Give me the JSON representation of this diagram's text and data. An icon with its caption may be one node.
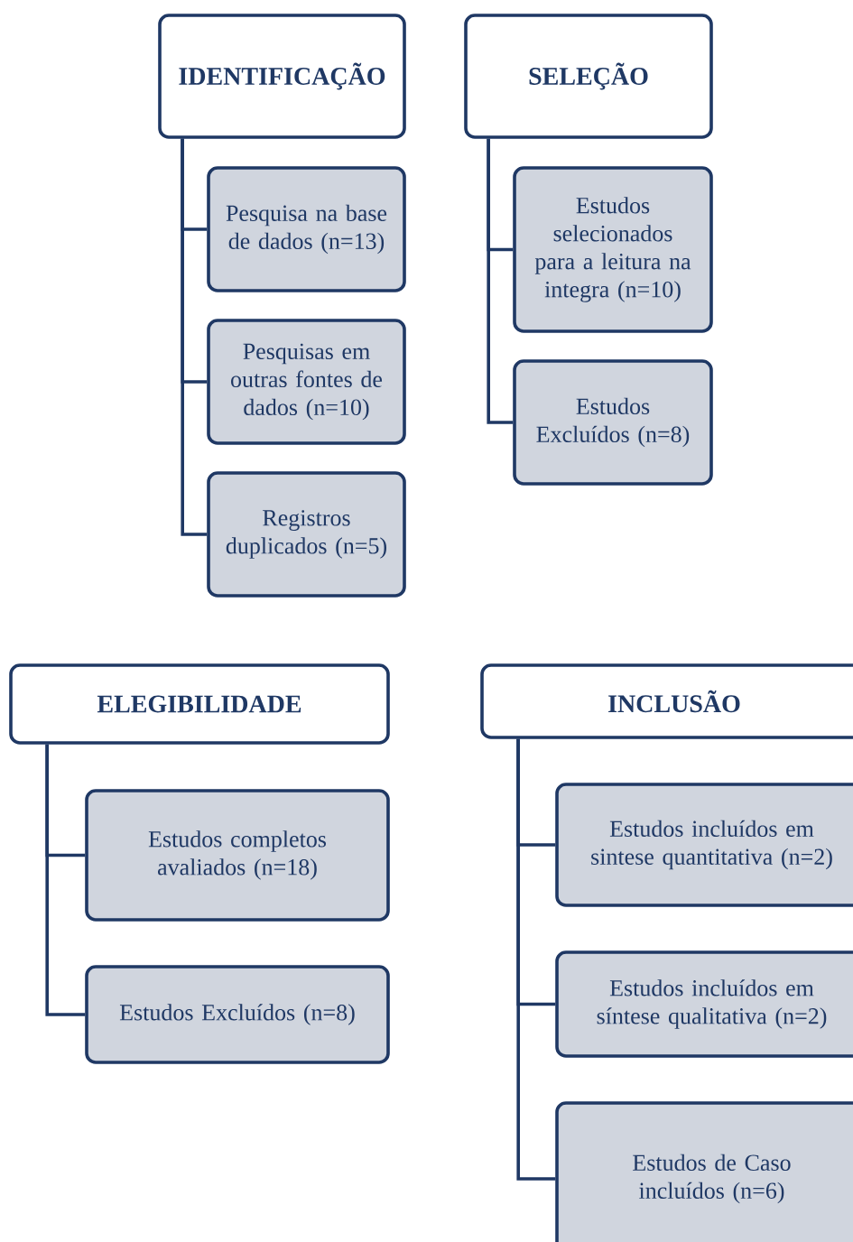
{
  "diagram": {
    "nodes": [
      {
        "text": [
          "IDENTIFICAÇÃO"
        ]
      },
      {
        "text": [
          "Pesquisa na base de dados (n=13)"
        ]
      },
      {
        "text": [
          "Pesquisas em outras fontes de dados (n=10)"
        ]
      },
      {
        "text": [
          "Registros duplicados (n=5)"
        ]
      },
      {
        "text": [
          "SELEÇÃO"
        ]
      },
      {
        "text": [
          "Estudos selecionados para a leitura na integra (n=10)"
        ]
      },
      {
        "text": [
          "Estudos Excluídos (n=8)"
        ]
      },
      {
        "text": [
          "ELEGIBILIDADE"
        ]
      },
      {
        "text": [
          "Estudos completos avaliados (n=18)"
        ]
      },
      {
        "text": [
          "Estudos Excluídos (n=8)"
        ]
      },
      {
        "text": [
          "INCLUSÃO"
        ]
      },
      {
        "text": [
          "Estudos incluídos em sintese quantitativa (n=2)"
        ]
      },
      {
        "text": [
          "Estudos incluídos em síntese qualitativa (n=2)"
        ]
      },
      {
        "text": [
          "Estudos de Caso incluídos (n=6)"
        ]
      }
    ],
    "edges": [
      {
        "from": 0,
        "to": 1,
        "arrow": "none"
      },
      {
        "from": 0,
        "to": 2,
        "arrow": "none"
      },
      {
        "from": 0,
        "to": 3,
        "arrow": "none"
      },
      {
        "from": 4,
        "to": 5,
        "arrow": "none"
      },
      {
        "from": 4,
        "to": 6,
        "arrow": "none"
      },
      {
        "from": 7,
        "to": 8,
        "arrow": "none"
      },
      {
        "from": 7,
        "to": 9,
        "arrow": "none"
      },
      {
        "from": 10,
        "to": 11,
        "arrow": "none"
      },
      {
        "from": 10,
        "to": 12,
        "arrow": "none"
      },
      {
        "from": 10,
        "to": 13,
        "arrow": "none"
      }
    ]
  }
}
